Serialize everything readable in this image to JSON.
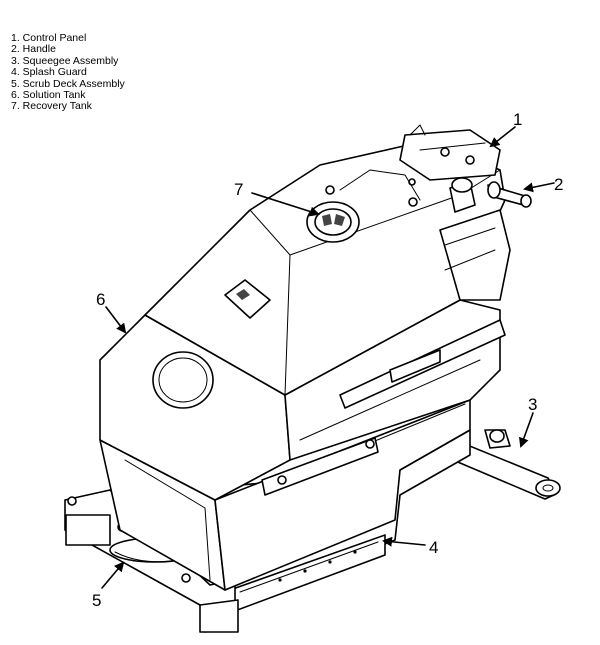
{
  "legend": [
    "1. Control Panel",
    "2. Handle",
    "3. Squeegee Assembly",
    "4. Splash Guard",
    "5. Scrub Deck Assembly",
    "6. Solution Tank",
    "7. Recovery Tank"
  ],
  "callouts": {
    "c1": "1",
    "c2": "2",
    "c3": "3",
    "c4": "4",
    "c5": "5",
    "c6": "6",
    "c7": "7"
  }
}
